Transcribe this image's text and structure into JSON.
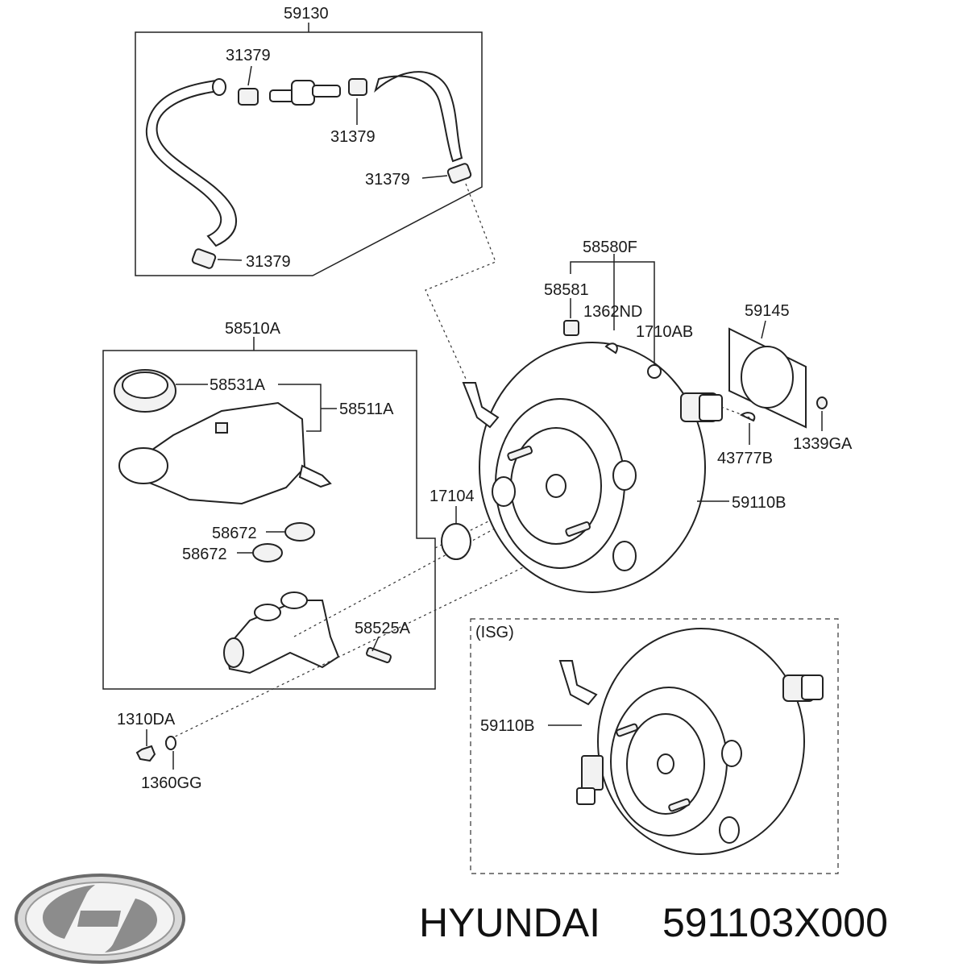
{
  "labels": {
    "l59130": "59130",
    "l31379": "31379",
    "l58580F": "58580F",
    "l58581": "58581",
    "l1362ND": "1362ND",
    "l1710AB": "1710AB",
    "l59145": "59145",
    "l1339GA": "1339GA",
    "l43777B": "43777B",
    "l59110B": "59110B",
    "l58510A": "58510A",
    "l58531A": "58531A",
    "l58511A": "58511A",
    "l17104": "17104",
    "l58672": "58672",
    "l58525A": "58525A",
    "l1310DA": "1310DA",
    "l1360GG": "1360GG",
    "isg": "(ISG)"
  },
  "footer": {
    "brand": "HYUNDAI",
    "part_number": "591103X000"
  }
}
